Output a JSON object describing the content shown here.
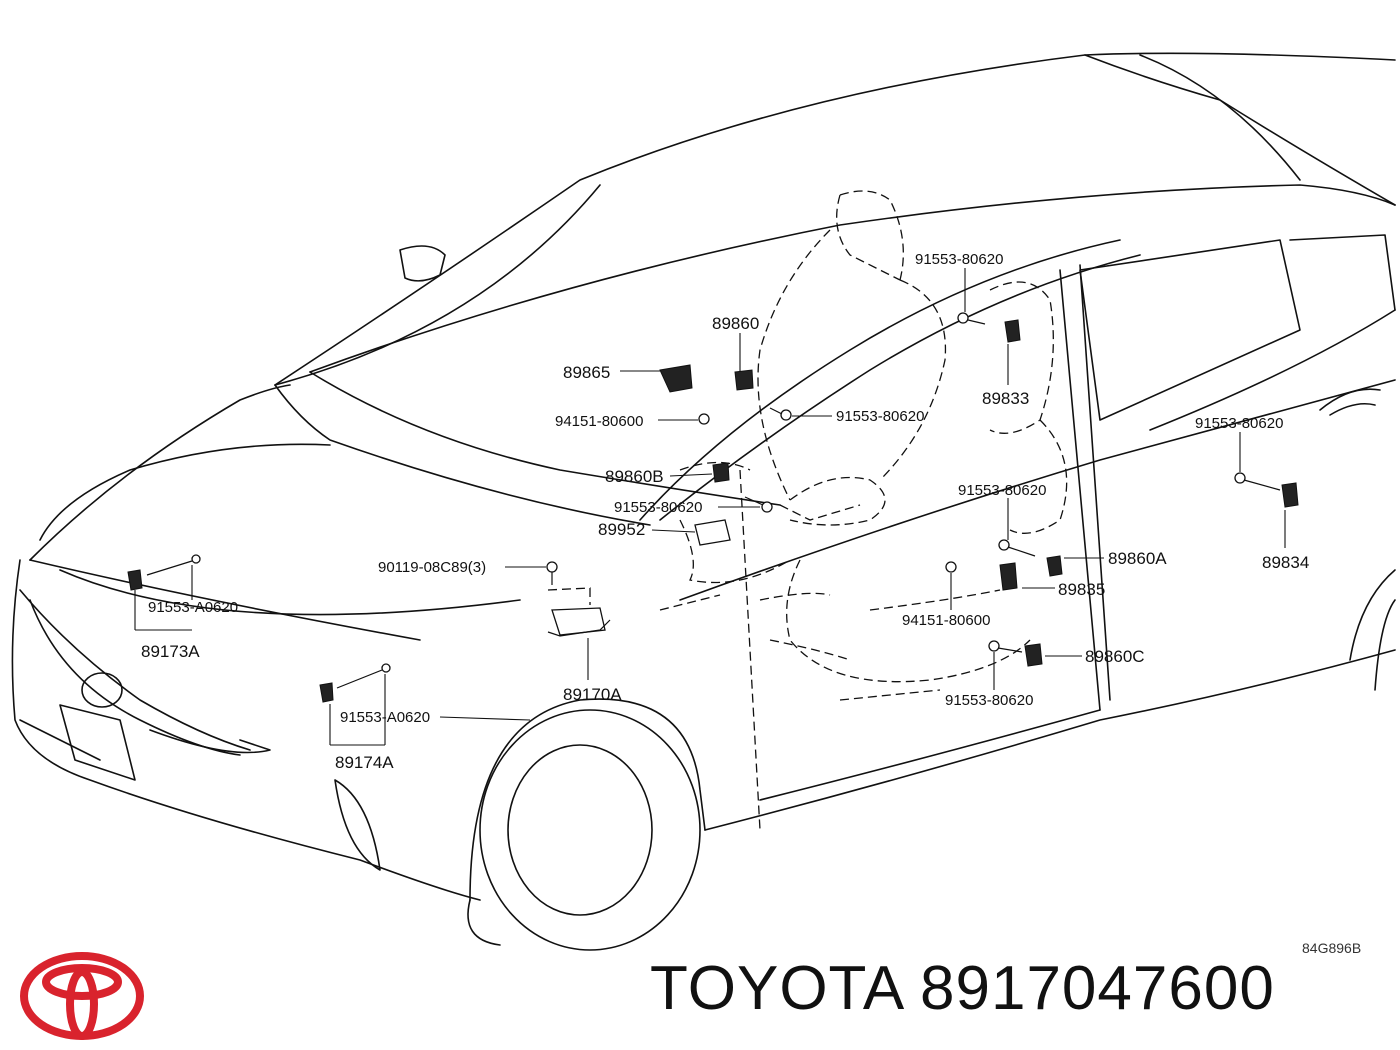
{
  "drawing_code": "84G896B",
  "brand": {
    "name": "TOYOTA",
    "part_number": "8917047600",
    "logo_color": "#d9232d"
  },
  "labels": {
    "p91553_80620_a": "91553-80620",
    "p89860": "89860",
    "p89833": "89833",
    "p89865": "89865",
    "p94151_80600_a": "94151-80600",
    "p91553_80620_b": "91553-80620",
    "p91553_80620_c": "91553-80620",
    "p89860B": "89860B",
    "p91553_80620_d": "91553-80620",
    "p91553_80620_e": "91553-80620",
    "p89952": "89952",
    "p89834": "89834",
    "p90119": "90119-08C89(3)",
    "p89860A": "89860A",
    "p89835": "89835",
    "p91553_A0620_a": "91553-A0620",
    "p89173A": "89173A",
    "p94151_80600_b": "94151-80600",
    "p89860C": "89860C",
    "p89170A": "89170A",
    "p91553_A0620_b": "91553-A0620",
    "p91553_80620_f": "91553-80620",
    "p89174A": "89174A"
  }
}
